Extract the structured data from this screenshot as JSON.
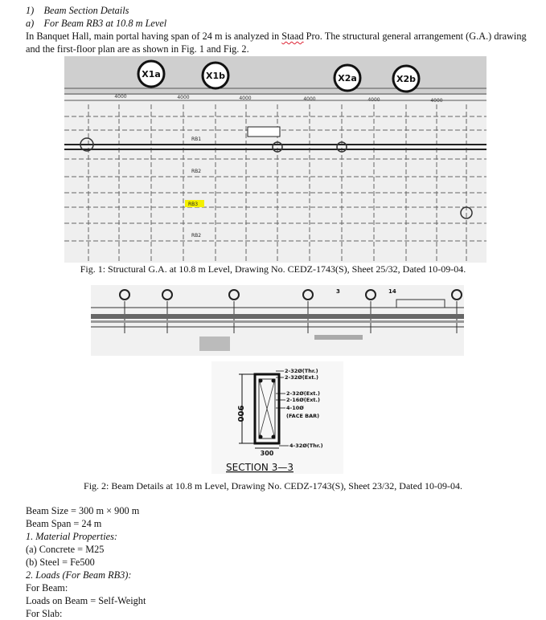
{
  "heading1": "1)    Beam Section Details",
  "heading2": "a)    For Beam RB3 at 10.8 m Level",
  "intro": {
    "part1": "In Banquet Hall, main portal having span of 24 m is analyzed in ",
    "software": "Staad",
    "part2": " Pro. The structural general arrangement (G.A.) drawing and the first-floor plan are as shown in Fig. 1 and Fig. 2."
  },
  "fig1": {
    "grid_labels": [
      "X1a",
      "X1b",
      "X2a",
      "X2b"
    ],
    "dims": [
      "4000",
      "4000",
      "4000",
      "4000",
      "4000",
      "4000"
    ],
    "beam_labels": [
      "RB1",
      "RB2",
      "RB3",
      "RB2"
    ],
    "highlight": "#f4f000",
    "caption": "Fig. 1: Structural G.A. at 10.8 m Level, Drawing No. CEDZ-1743(S), Sheet 25/32, Dated 10-09-04."
  },
  "fig2": {
    "markers": [
      "3",
      "14"
    ],
    "section_title": "SECTION 3—3",
    "depth": "900",
    "width": "300",
    "bar_notes": [
      "2-32Ø(Thr.)",
      "2-32Ø(Ext.)",
      "2-32Ø(Ext.)",
      "2-16Ø(Ext.)",
      "4-10Ø",
      "(FACE BAR)",
      "4-32Ø(Thr.)"
    ],
    "caption": "Fig. 2: Beam Details at 10.8 m Level, Drawing No. CEDZ-1743(S), Sheet 23/32, Dated 10-09-04."
  },
  "body_lines": [
    {
      "text": "Beam Size = 300 m × 900 m",
      "italic": false
    },
    {
      "text": "Beam Span = 24 m",
      "italic": false
    },
    {
      "text": "1. Material Properties:",
      "italic": true
    },
    {
      "text": "(a) Concrete = M25",
      "italic": false
    },
    {
      "text": "(b) Steel = Fe500",
      "italic": false
    },
    {
      "text": "2. Loads (For Beam RB3):",
      "italic": true
    },
    {
      "text": "For Beam:",
      "italic": false
    },
    {
      "text": "Loads on Beam = Self-Weight",
      "italic": false
    },
    {
      "text": "For Slab:",
      "italic": false
    }
  ]
}
